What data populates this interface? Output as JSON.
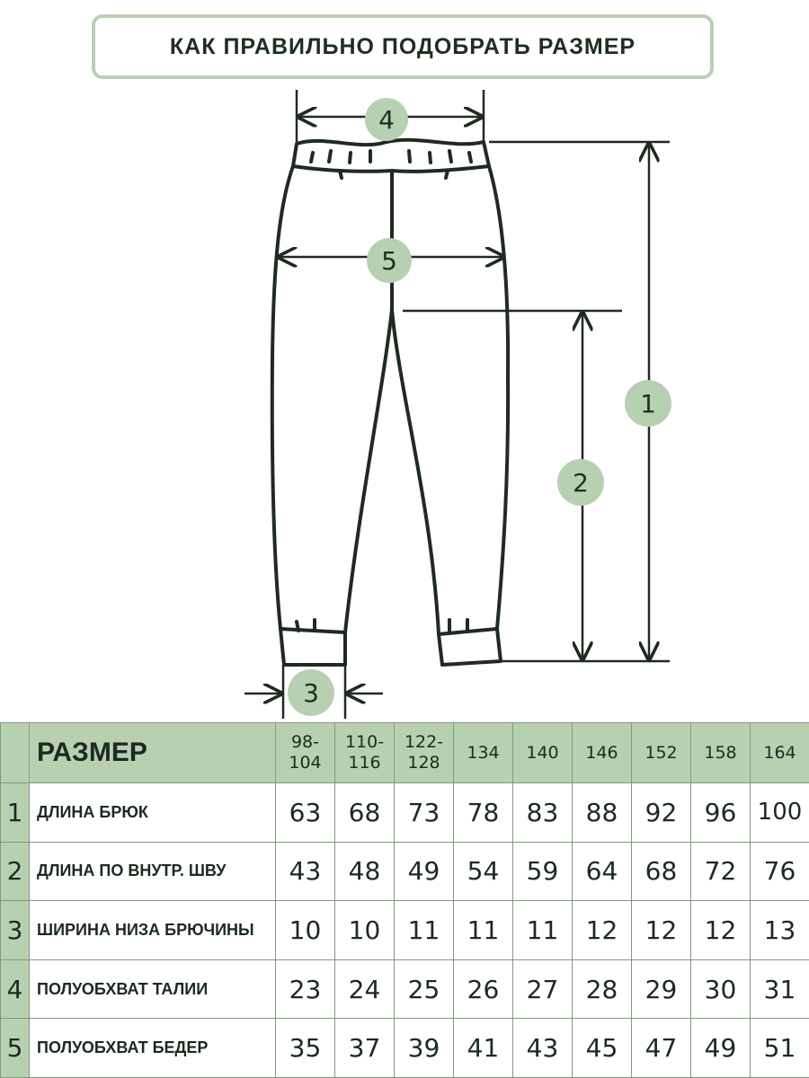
{
  "title": "КАК ПРАВИЛЬНО ПОДОБРАТЬ РАЗМЕР",
  "measure_labels": [
    "1",
    "2",
    "3",
    "4",
    "5"
  ],
  "table": {
    "header_label": "РАЗМЕР",
    "sizes": [
      "98-\n104",
      "110-\n116",
      "122-\n128",
      "134",
      "140",
      "146",
      "152",
      "158",
      "164"
    ],
    "rows": [
      {
        "num": "1",
        "label": "ДЛИНА БРЮК",
        "values": [
          "63",
          "68",
          "73",
          "78",
          "83",
          "88",
          "92",
          "96",
          "100"
        ]
      },
      {
        "num": "2",
        "label": "ДЛИНА ПО ВНУТР. ШВУ",
        "values": [
          "43",
          "48",
          "49",
          "54",
          "59",
          "64",
          "68",
          "72",
          "76"
        ]
      },
      {
        "num": "3",
        "label": "ШИРИНА НИЗА БРЮЧИНЫ",
        "values": [
          "10",
          "10",
          "11",
          "11",
          "11",
          "12",
          "12",
          "12",
          "13"
        ]
      },
      {
        "num": "4",
        "label": "ПОЛУОБХВАТ ТАЛИИ",
        "values": [
          "23",
          "24",
          "25",
          "26",
          "27",
          "28",
          "29",
          "30",
          "31"
        ]
      },
      {
        "num": "5",
        "label": "ПОЛУОБХВАТ БЕДЕР",
        "values": [
          "35",
          "37",
          "39",
          "41",
          "43",
          "45",
          "47",
          "49",
          "51"
        ]
      }
    ]
  },
  "colors": {
    "accent_green": "#b8d0b2",
    "text": "#1c2a1f",
    "outline": "#1f2a20"
  },
  "icons": [
    "pants-outline-diagram",
    "arrow-icon"
  ]
}
